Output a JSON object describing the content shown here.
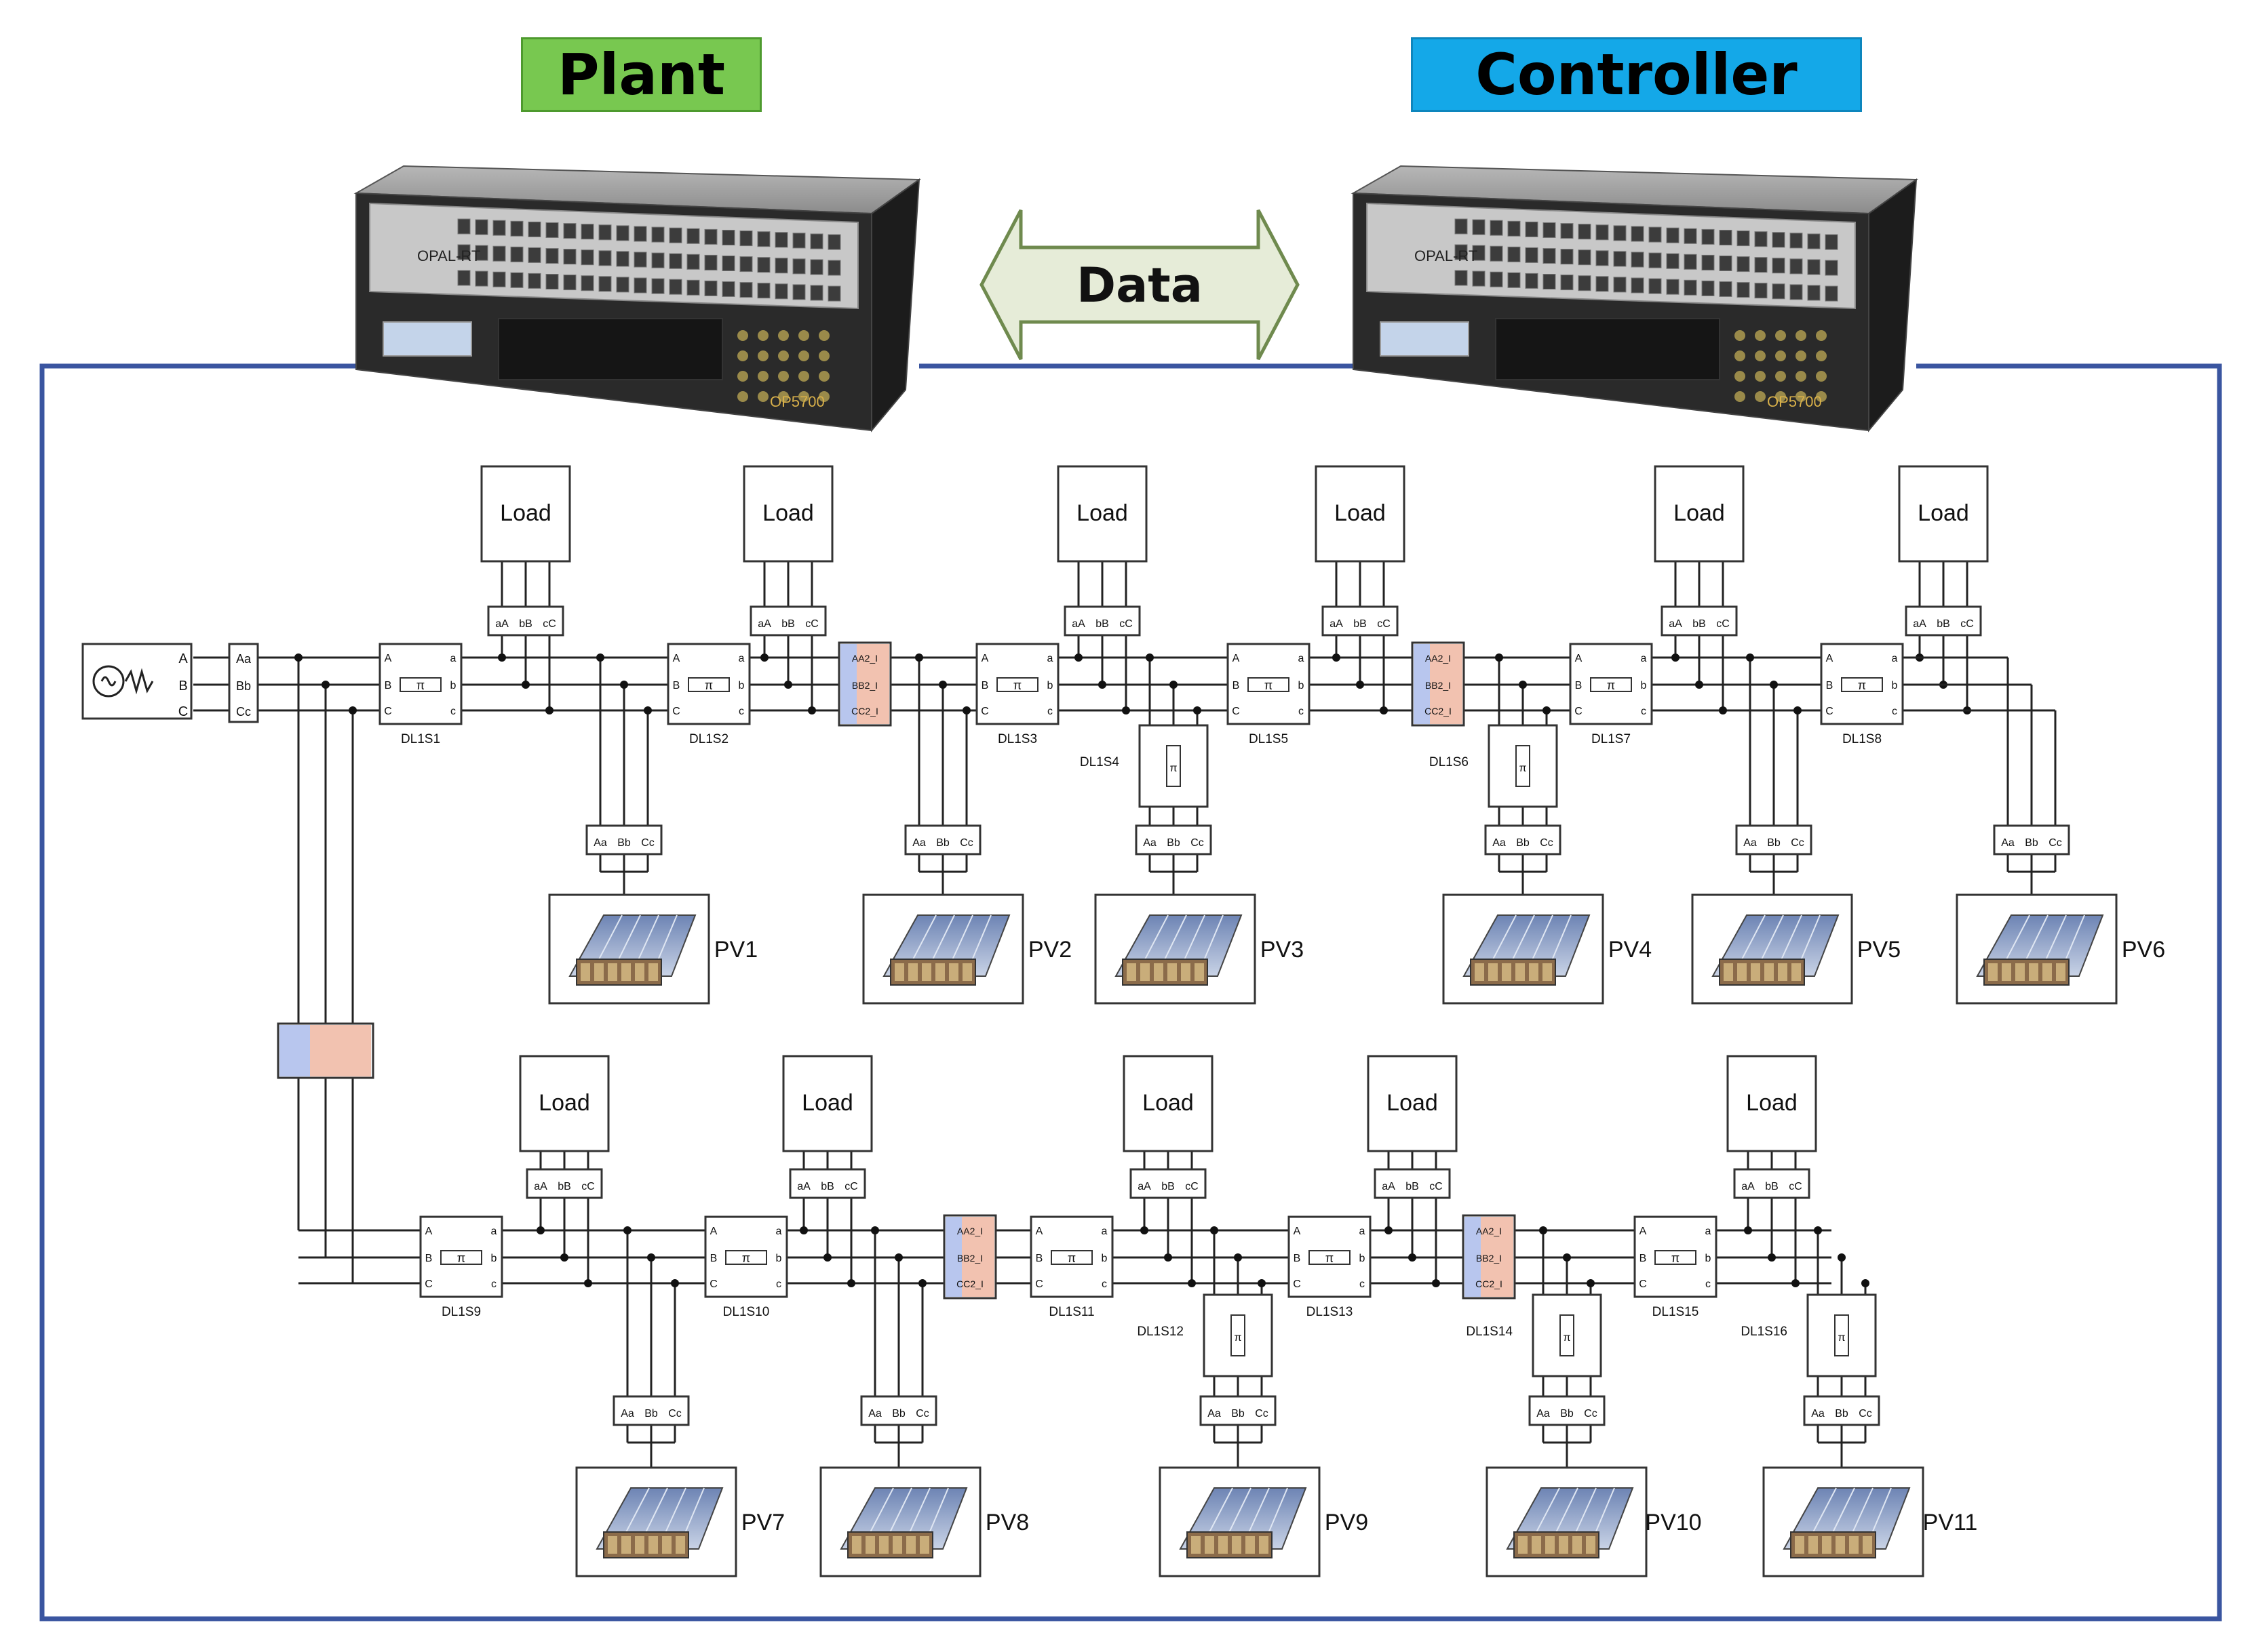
{
  "header": {
    "plant": "Plant",
    "controller": "Controller",
    "data": "Data"
  },
  "load_label": "Load",
  "top_section": "DL1S1",
  "sections": {
    "s1": "DL1S1",
    "s2": "DL1S2",
    "s3": "DL1S3",
    "s4": "DL1S4",
    "s5": "DL1S5",
    "s6": "DL1S6",
    "s7": "DL1S7",
    "s8": "DL1S8",
    "s9": "DL1S9",
    "s10": "DL1S10",
    "s11": "DL1S11",
    "s12": "DL1S12",
    "s13": "DL1S13",
    "s14": "DL1S14",
    "s15": "DL1S15",
    "s16": "DL1S16"
  },
  "pv": {
    "pv1": "PV1",
    "pv2": "PV2",
    "pv3": "PV3",
    "pv4": "PV4",
    "pv5": "PV5",
    "pv6": "PV6",
    "pv7": "PV7",
    "pv8": "PV8",
    "pv9": "PV9",
    "pv10": "PV10",
    "pv11": "PV11"
  },
  "ports": {
    "A": "A",
    "B": "B",
    "C": "C",
    "a": "a",
    "b": "b",
    "c": "c",
    "Aa": "Aa",
    "Bb": "Bb",
    "Cc": "Cc",
    "aA": "aA",
    "bB": "bB",
    "cC": "cC",
    "pi": "π",
    "A2_I": "AA2_I",
    "B2_I": "BB2_I",
    "C2_I": "CC2_I"
  },
  "device": {
    "brand": "OPAL-RT",
    "model": "OP5700"
  },
  "colors": {
    "frame": "#3a55a0",
    "plant": "#78c850",
    "controller": "#14a8e8",
    "arrow": "#e6ecd8",
    "arrow_stroke": "#6f8a4e",
    "wire": "#222222"
  }
}
